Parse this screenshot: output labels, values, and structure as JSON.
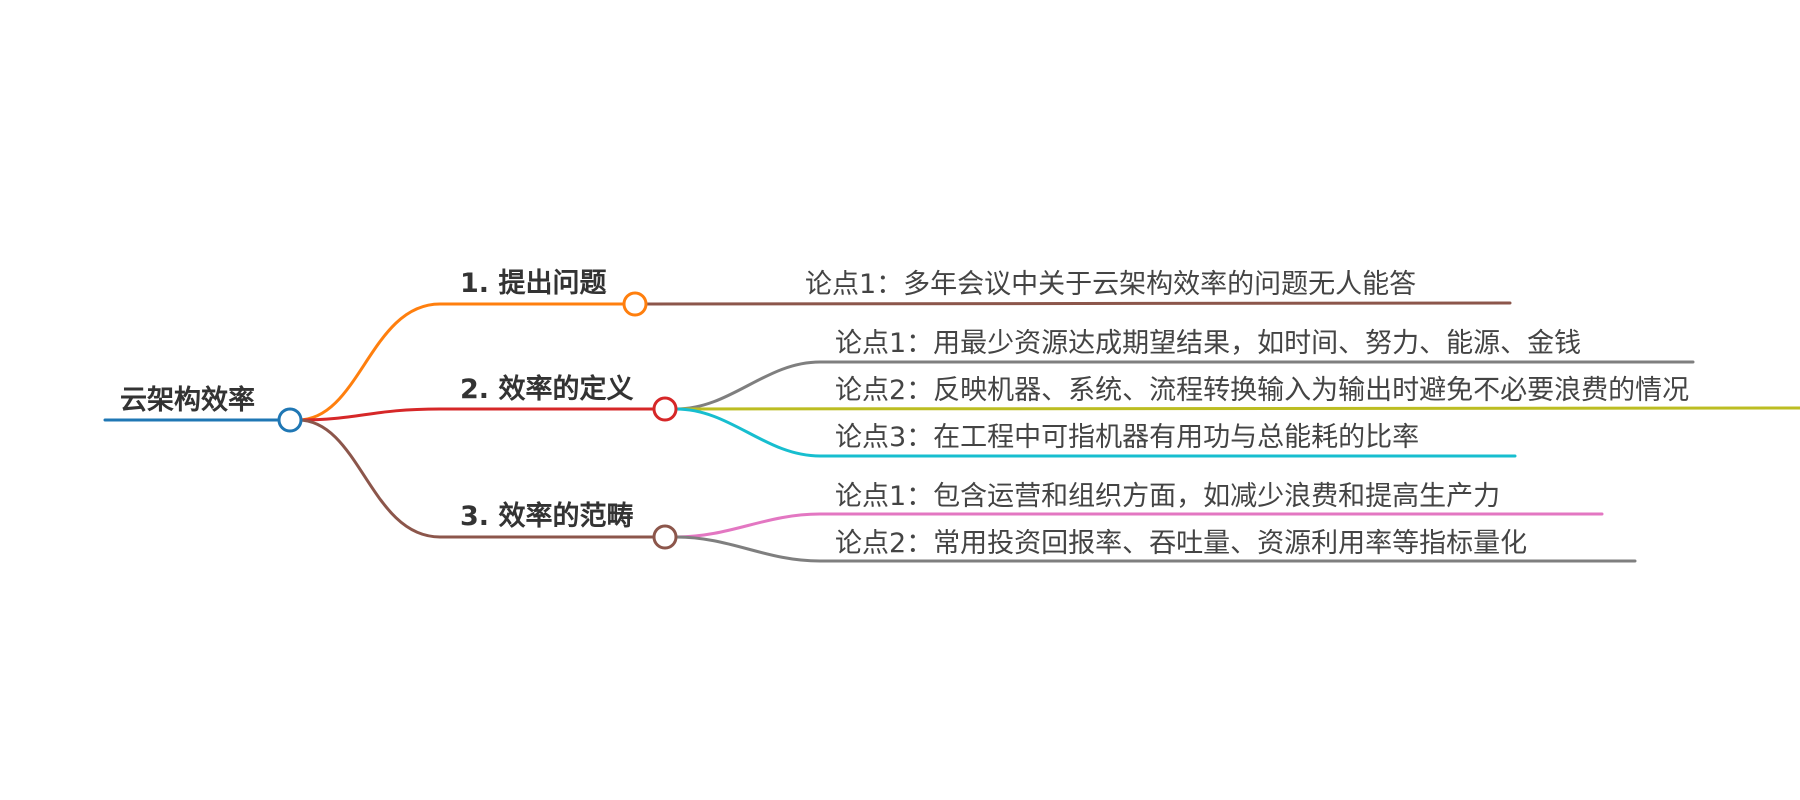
{
  "root": {
    "label": "云架构效率",
    "color": "#1f77b4"
  },
  "branches": [
    {
      "label": "1. 提出问题",
      "color": "#ff7f0e",
      "leaves": [
        {
          "label": "论点1：多年会议中关于云架构效率的问题无人能答",
          "color": "#8c564b"
        }
      ]
    },
    {
      "label": "2. 效率的定义",
      "color": "#d62728",
      "leaves": [
        {
          "label": "论点1：用最少资源达成期望结果，如时间、努力、能源、金钱",
          "color": "#7f7f7f"
        },
        {
          "label": "论点2：反映机器、系统、流程转换输入为输出时避免不必要浪费的情况",
          "color": "#bcbd22"
        },
        {
          "label": "论点3：在工程中可指机器有用功与总能耗的比率",
          "color": "#17becf"
        }
      ]
    },
    {
      "label": "3. 效率的范畴",
      "color": "#8c564b",
      "leaves": [
        {
          "label": "论点1：包含运营和组织方面，如减少浪费和提高生产力",
          "color": "#e377c2"
        },
        {
          "label": "论点2：常用投资回报率、吞吐量、资源利用率等指标量化",
          "color": "#7f7f7f"
        }
      ]
    }
  ]
}
